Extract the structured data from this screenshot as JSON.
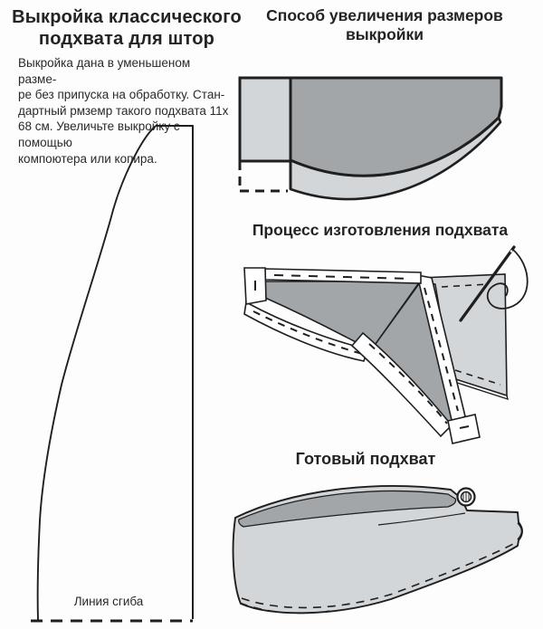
{
  "page": {
    "background": "#fdfdfd",
    "language": "ru",
    "subject": "curtain tieback sewing pattern instructions"
  },
  "colors": {
    "fabric_light": "#d3d6d8",
    "fabric_dark": "#a3a6a9",
    "line": "#1f1f1f",
    "page_bg": "#fdfdfd"
  },
  "left_section": {
    "title_line1": "Выкройка классического",
    "title_line2": "подхвата для штор",
    "description": "Выкройка дана в уменьшеном разме-\nре без припуска на обработку. Стан-\nдартный рмземр такого подхвата 11х\n68 см. Увеличьте выкройку с помощью\nкомпоютера или копира.",
    "pattern_fold_label": "Линия сгиба"
  },
  "right_section": {
    "enlarge_title_line1": "Способ увеличения размеров",
    "enlarge_title_line2": "выкройки",
    "process_title": "Процесс изготовления подхвата",
    "finished_title": "Готовый подхват"
  },
  "icons": [
    {
      "name": "needle-and-thread-icon",
      "meaning": "hand sewing of bias tape"
    },
    {
      "name": "metal-ring-icon",
      "meaning": "hanging ring of finished tieback"
    }
  ]
}
